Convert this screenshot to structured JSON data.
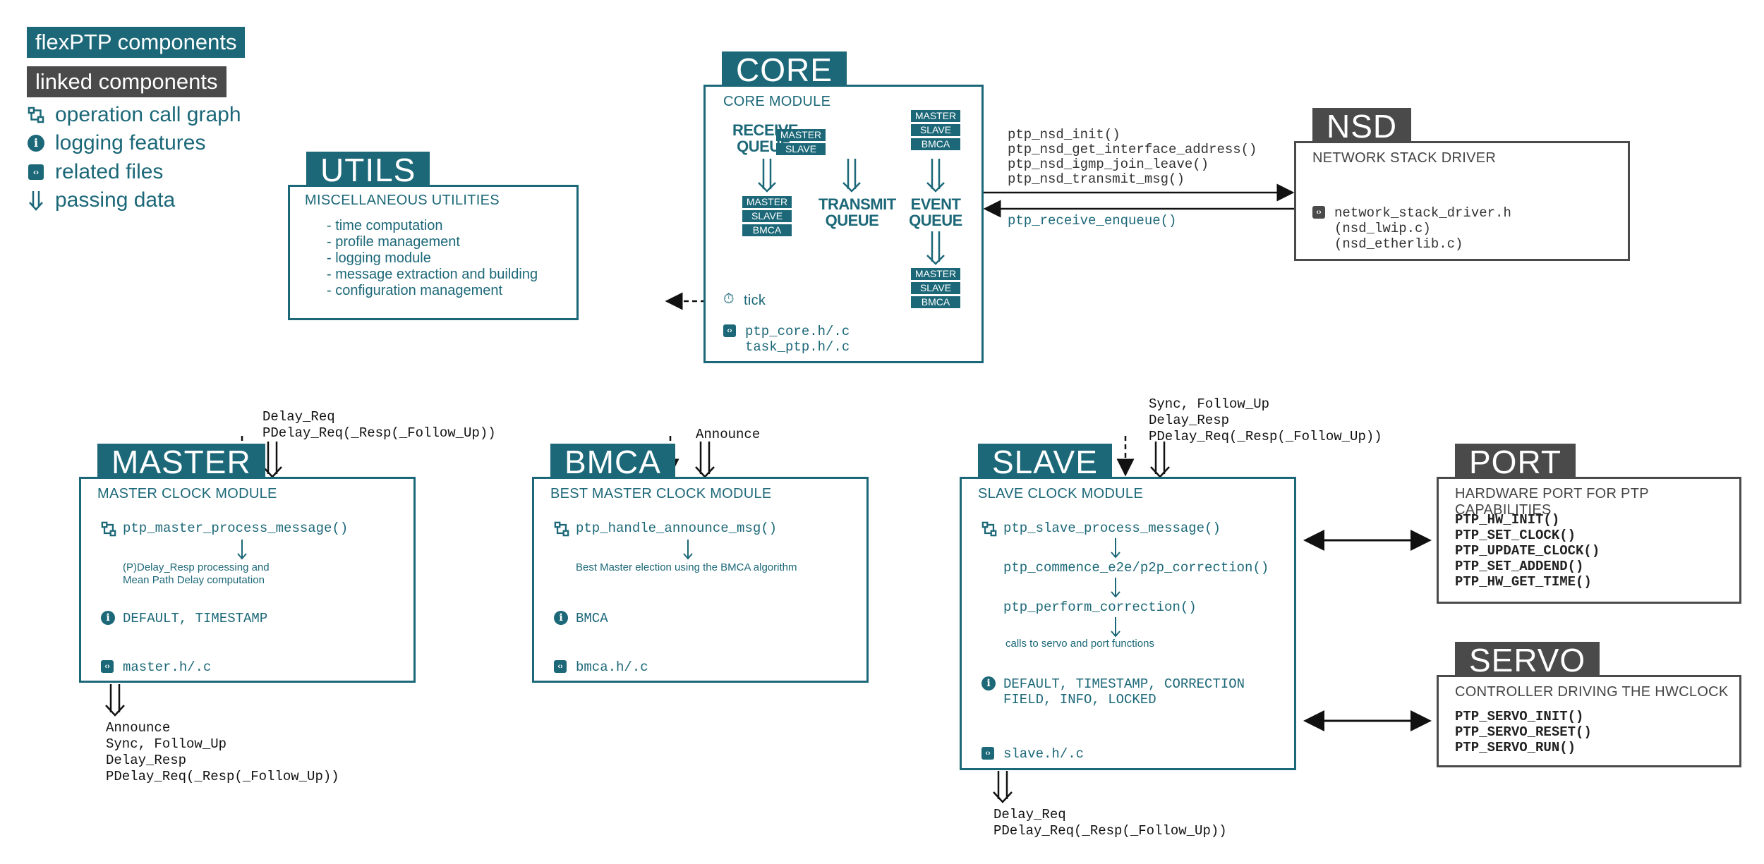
{
  "legend": {
    "flexptp": "flexPTP components",
    "linked": "linked components",
    "call_graph": "operation call graph",
    "logging": "logging features",
    "files": "related files",
    "passing": "passing data"
  },
  "core": {
    "tab": "CORE",
    "heading": "CORE MODULE",
    "receive_queue": "RECEIVE QUEUE",
    "transmit_queue": "TRANSMIT QUEUE",
    "event_queue": "EVENT QUEUE",
    "tags": [
      "MASTER",
      "SLAVE",
      "BMCA"
    ],
    "tick": "tick",
    "file1": "ptp_core.h/.c",
    "file2": "task_ptp.h/.c"
  },
  "utils": {
    "tab": "UTILS",
    "heading": "MISCELLANEOUS UTILITIES",
    "items": [
      "- time computation",
      "- profile management",
      "- logging module",
      "- message extraction and building",
      "- configuration management"
    ]
  },
  "nsd": {
    "tab": "NSD",
    "heading": "NETWORK STACK DRIVER",
    "file1": "network_stack_driver.h",
    "file2": "(nsd_lwip.c)",
    "file3": "(nsd_etherlib.c)",
    "calls": [
      "ptp_nsd_init()",
      "ptp_nsd_get_interface_address()",
      "ptp_nsd_igmp_join_leave()",
      "ptp_nsd_transmit_msg()"
    ],
    "receive": "ptp_receive_enqueue()"
  },
  "master": {
    "tab": "MASTER",
    "heading": "MASTER CLOCK MODULE",
    "fn": "ptp_master_process_message()",
    "desc1": "(P)Delay_Resp processing and",
    "desc2": "Mean Path Delay computation",
    "log": "DEFAULT, TIMESTAMP",
    "file": "master.h/.c",
    "in1": "Delay_Req",
    "in2": "PDelay_Req(_Resp(_Follow_Up))",
    "out1": "Announce",
    "out2": "Sync, Follow_Up",
    "out3": "Delay_Resp",
    "out4": "PDelay_Req(_Resp(_Follow_Up))"
  },
  "bmca": {
    "tab": "BMCA",
    "heading": "BEST MASTER CLOCK MODULE",
    "fn": "ptp_handle_announce_msg()",
    "desc": "Best Master election using the BMCA algorithm",
    "log": "BMCA",
    "file": "bmca.h/.c",
    "in1": "Announce"
  },
  "slave": {
    "tab": "SLAVE",
    "heading": "SLAVE CLOCK MODULE",
    "fn1": "ptp_slave_process_message()",
    "fn2": "ptp_commence_e2e/p2p_correction()",
    "fn3": "ptp_perform_correction()",
    "desc": "calls to servo and port functions",
    "log1": "DEFAULT, TIMESTAMP, CORRECTION",
    "log2": "FIELD, INFO, LOCKED",
    "file": "slave.h/.c",
    "in1": "Sync, Follow_Up",
    "in2": "Delay_Resp",
    "in3": "PDelay_Req(_Resp(_Follow_Up))",
    "out1": "Delay_Req",
    "out2": "PDelay_Req(_Resp(_Follow_Up))"
  },
  "port": {
    "tab": "PORT",
    "heading": "HARDWARE PORT FOR PTP CAPABILITIES",
    "fns": [
      "PTP_HW_INIT()",
      "PTP_SET_CLOCK()",
      "PTP_UPDATE_CLOCK()",
      "PTP_SET_ADDEND()",
      "PTP_HW_GET_TIME()"
    ]
  },
  "servo": {
    "tab": "SERVO",
    "heading": "CONTROLLER DRIVING THE HWCLOCK",
    "fns": [
      "PTP_SERVO_INIT()",
      "PTP_SERVO_RESET()",
      "PTP_SERVO_RUN()"
    ]
  },
  "colors": {
    "teal": "#1c6878",
    "dark": "#4a4a4a"
  }
}
